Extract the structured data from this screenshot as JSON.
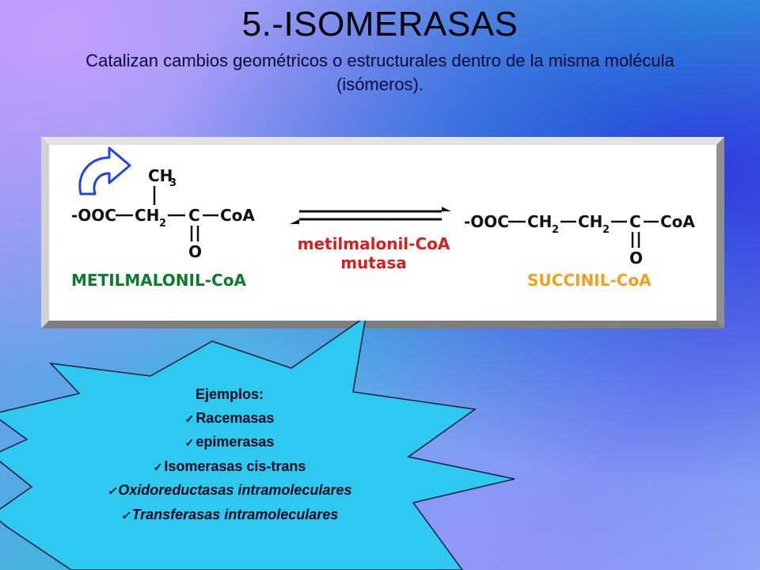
{
  "slide": {
    "title": "5.-ISOMERASAS",
    "subtitle": "Catalizan cambios geométricos o estructurales dentro de la misma molécula (isómeros)."
  },
  "reaction": {
    "reactant_name": "METILMALONIL-CoA",
    "product_name": "SUCCINIL-CoA",
    "enzyme_line1": "metilmalonil-CoA",
    "enzyme_line2": "mutasa",
    "reactant_formula": {
      "ch3": "CH",
      "ch3_sub": "3",
      "main_left": "-OOC",
      "ch2": "CH",
      "ch2_sub": "2",
      "c": "C",
      "coa": "CoA",
      "o": "O"
    },
    "product_formula": {
      "main_left": "-OOC",
      "ch2a": "CH",
      "ch2a_sub": "2",
      "ch2b": "CH",
      "ch2b_sub": "2",
      "c": "C",
      "coa": "CoA",
      "o": "O"
    },
    "colors": {
      "reactant_name": "#0c7a2c",
      "product_name": "#f0a020",
      "enzyme": "#d62020",
      "curved_arrow": "#2244dd"
    }
  },
  "examples": {
    "heading": "Ejemplos:",
    "checkmark": "✓",
    "items": [
      "Racemasas",
      "epimerasas",
      "Isomerasas cis-trans",
      "Oxidoreductasas intramoleculares",
      "Transferasas intramoleculares"
    ]
  },
  "icons": [
    "curved-arrow-icon",
    "equilibrium-arrows-icon",
    "checkmark-icon"
  ]
}
